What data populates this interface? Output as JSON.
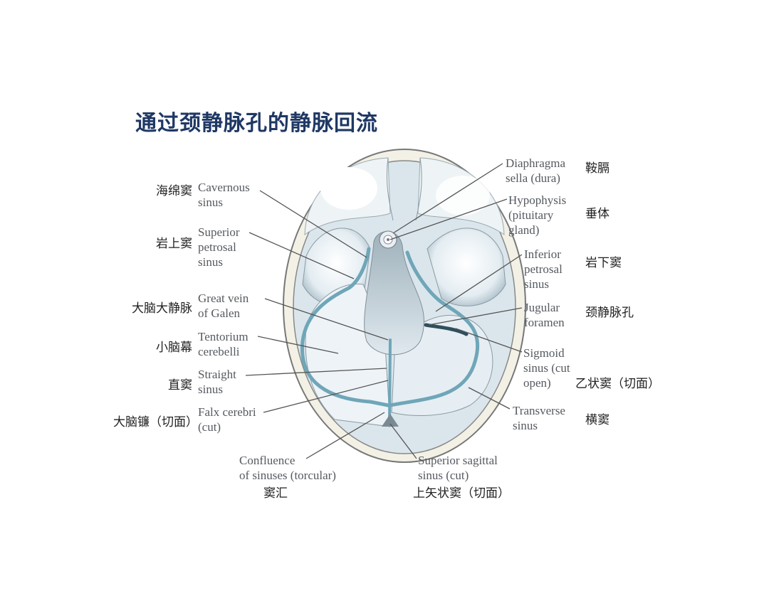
{
  "title": "通过颈静脉孔的静脉回流",
  "colors": {
    "title": "#1f3864",
    "label_en": "#555a60",
    "label_zh": "#222222",
    "skull": "#f3f1e6",
    "sinus": "#6fa6b8",
    "dura": "#d6e3ea"
  },
  "labels_left": [
    {
      "en": [
        "Cavernous",
        "sinus"
      ],
      "zh": "海绵窦"
    },
    {
      "en": [
        "Superior",
        "petrosal",
        "sinus"
      ],
      "zh": "岩上窦"
    },
    {
      "en": [
        "Great vein",
        "of Galen"
      ],
      "zh": "大脑大静脉"
    },
    {
      "en": [
        "Tentorium",
        "cerebelli"
      ],
      "zh": "小脑幕"
    },
    {
      "en": [
        "Straight",
        "sinus"
      ],
      "zh": "直窦"
    },
    {
      "en": [
        "Falx cerebri",
        "(cut)"
      ],
      "zh": "大脑镰（切面）"
    }
  ],
  "labels_right": [
    {
      "en": [
        "Diaphragma",
        "sella (dura)"
      ],
      "zh": "鞍膈"
    },
    {
      "en": [
        "Hypophysis",
        "(pituitary",
        "gland)"
      ],
      "zh": "垂体"
    },
    {
      "en": [
        "Inferior",
        "petrosal",
        "sinus"
      ],
      "zh": "岩下窦"
    },
    {
      "en": [
        "Jugular",
        "foramen"
      ],
      "zh": "颈静脉孔"
    },
    {
      "en": [
        "Sigmoid",
        "sinus (cut",
        "open)"
      ],
      "zh": "乙状窦（切面）"
    },
    {
      "en": [
        "Transverse",
        "sinus"
      ],
      "zh": "横窦"
    }
  ],
  "labels_bottom": [
    {
      "en": [
        "Confluence",
        "of sinuses (torcular)"
      ],
      "zh": "窦汇"
    },
    {
      "en": [
        "Superior sagittal",
        "sinus (cut)"
      ],
      "zh": "上矢状窦（切面）"
    }
  ]
}
